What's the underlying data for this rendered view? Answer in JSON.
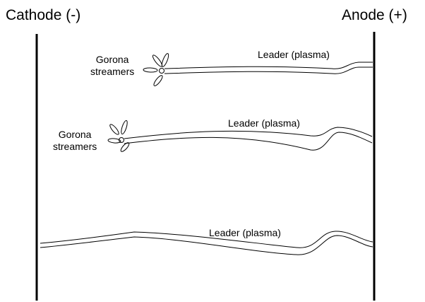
{
  "electrodes": {
    "cathode_label": "Cathode (-)",
    "anode_label": "Anode (+)"
  },
  "channels": [
    {
      "leader_label": "Leader (plasma)",
      "corona_label_line1": "Gorona",
      "corona_label_line2": "streamers"
    },
    {
      "leader_label": "Leader (plasma)",
      "corona_label_line1": "Gorona",
      "corona_label_line2": "streamers"
    },
    {
      "leader_label": "Leader (plasma)"
    }
  ],
  "colors": {
    "line": "#000000",
    "background": "#ffffff"
  }
}
